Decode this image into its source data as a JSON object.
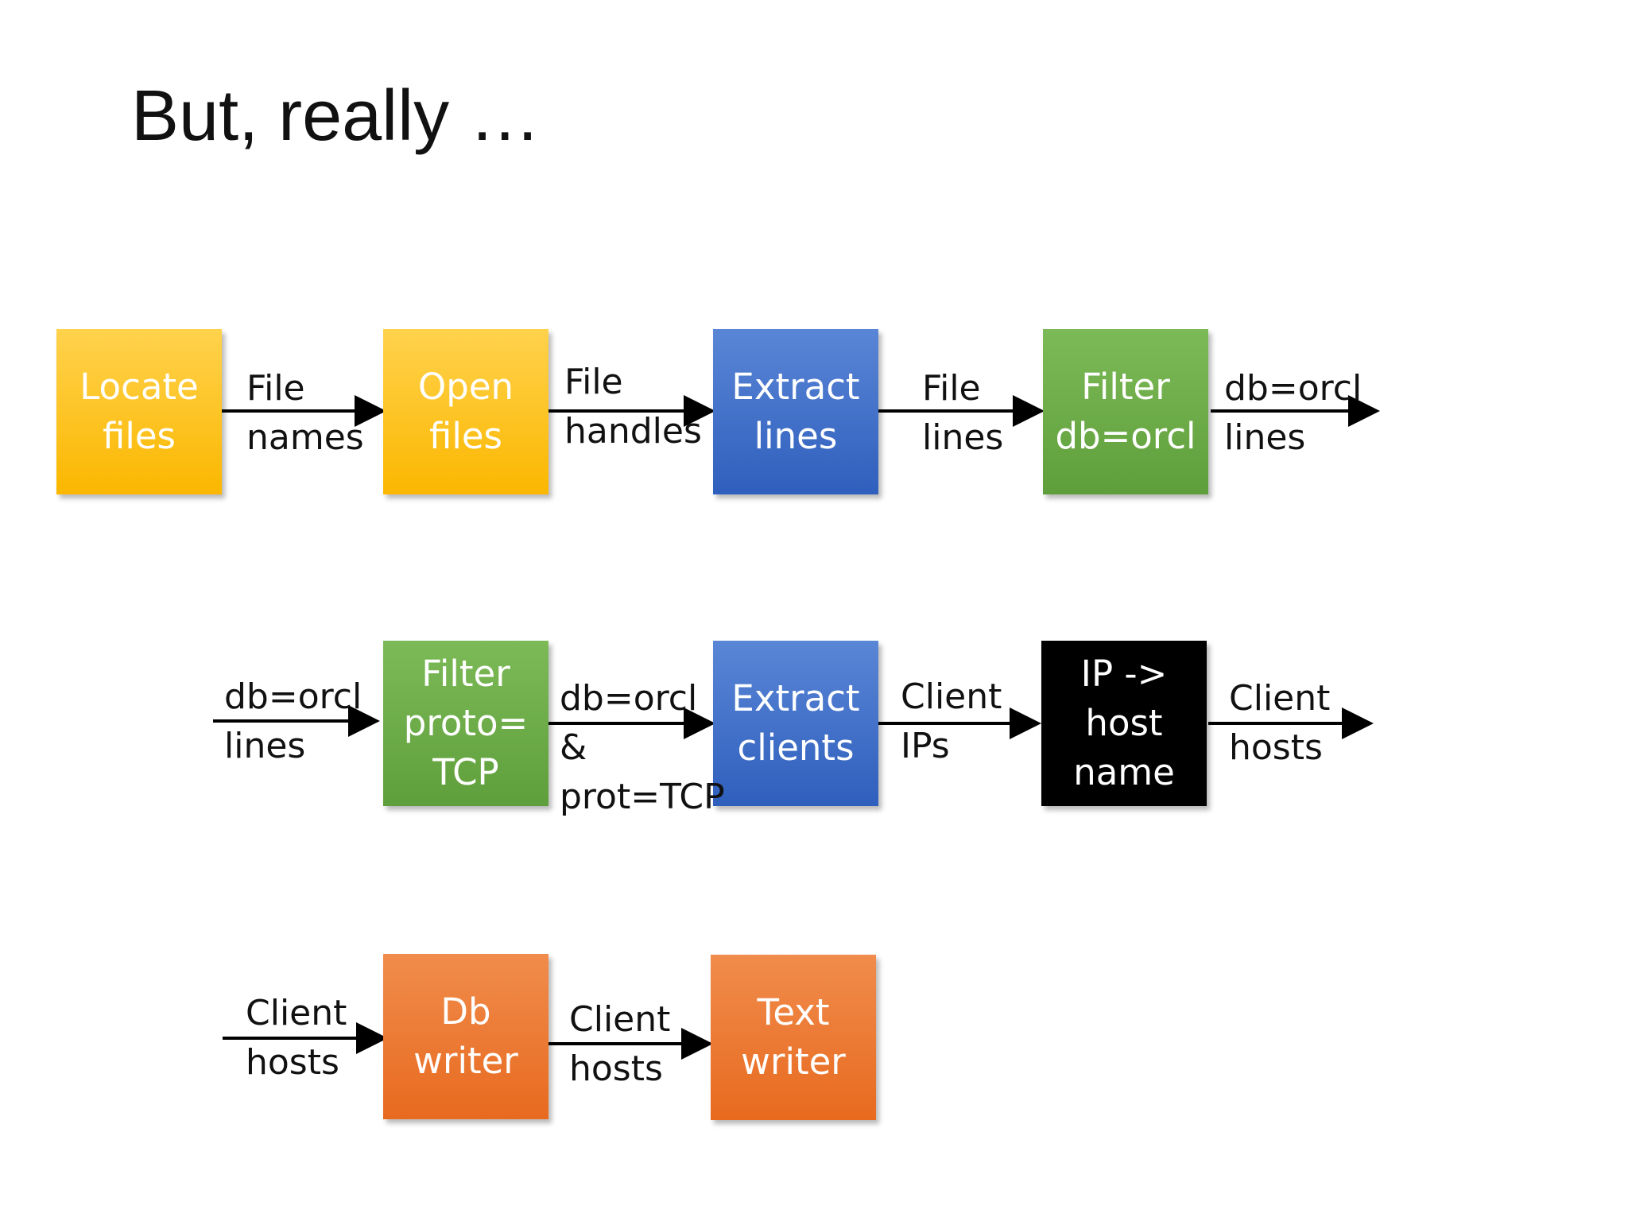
{
  "title": "But, really …",
  "boxes": {
    "locate": "Locate\nfiles",
    "open": "Open\nfiles",
    "extract_lines": "Extract\nlines",
    "filter_db": "Filter\ndb=orcl",
    "filter_proto": "Filter\nproto=\nTCP",
    "extract_clients": "Extract\nclients",
    "ip_host": "IP ->\nhost\nname",
    "db_writer": "Db\nwriter",
    "text_writer": "Text\nwriter"
  },
  "labels": {
    "file_names": "File\nnames",
    "file_handles": "File\nhandles",
    "file_lines": "File\nlines",
    "dborcl_lines_out": "db=orcl\nlines",
    "dborcl_lines_in": "db=orcl\nlines",
    "dborcl_tcp": "db=orcl\n&\nprot=TCP",
    "client_ips": "Client\nIPs",
    "client_hosts_out": "Client\nhosts",
    "client_hosts_in": "Client\nhosts",
    "client_hosts_mid": "Client\nhosts"
  },
  "colors": {
    "yellow": "#fbb700",
    "blue": "#2f5fbd",
    "green": "#5f9f3b",
    "black": "#000000",
    "orange": "#e86a1f"
  }
}
